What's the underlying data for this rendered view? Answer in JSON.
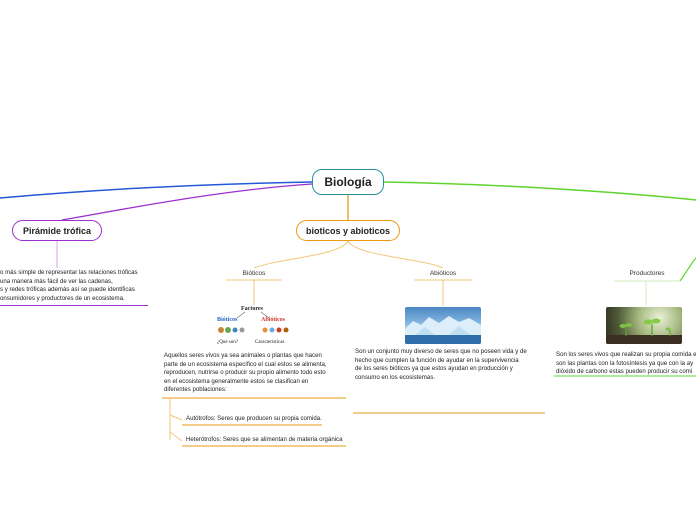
{
  "map": {
    "central": "Biología",
    "piramide": {
      "label": "Pirámide trófica",
      "text_lines": [
        "o más simple de representar las relaciones tróficas",
        "una manera más fácil de ver las cadenas,",
        "s y redes tróficas además así se puede identificas",
        "onsumidores y productores de un ecosistema."
      ]
    },
    "bioticos_abioticos": {
      "label": "bioticos y abioticos",
      "bioticos": {
        "label": "Bióticos",
        "image_words": {
          "factores": "Factores",
          "bioticos": "Bióticos",
          "abioticos": "Abióticos",
          "que_son": "¿Qué son?",
          "caracteristicas": "Características"
        },
        "text_lines": [
          "Aquellos seres vivos ya sea animales o plantas que hacen",
          "parte de un ecosistema específico el cual estos se alimenta,",
          "reproducen, nutrirse o producir su propio alimento todo esto",
          "en el ecosistema generalmente estos se clasifican en",
          "diferentes poblaciones:"
        ],
        "autotrofos": "Autótrofos: Seres que producen su propia comida.",
        "heterotrofos": "Heterótrofos: Seres que se alimentan de materia orgánica"
      },
      "abioticos": {
        "label": "Abióticos",
        "text_lines": [
          "Son un conjunto muy diverso de seres que no poseen vida y de",
          "hecho que cumplen la función de ayudar en la supervivencia",
          "de los seres bióticos ya que estos ayudan en producción y",
          "consumo en los ecosistemas."
        ]
      }
    },
    "productores": {
      "label": "Productores",
      "text_lines": [
        "Son los seres vivos que realizan su propia comida e",
        "son las plantas con la fotosíntesis ya que con la ay",
        "dióxido de carbono estas pueden producir su comi"
      ]
    }
  },
  "colors": {
    "blue_branch": "#2557d6",
    "purple_branch": "#9c2fcf",
    "orange_branch": "#e89a13",
    "green_branch": "#5fd42e",
    "central_border": "#2a8fa0"
  },
  "icons": [
    "factores-infographic",
    "glacier-photo",
    "sprouts-photo"
  ]
}
